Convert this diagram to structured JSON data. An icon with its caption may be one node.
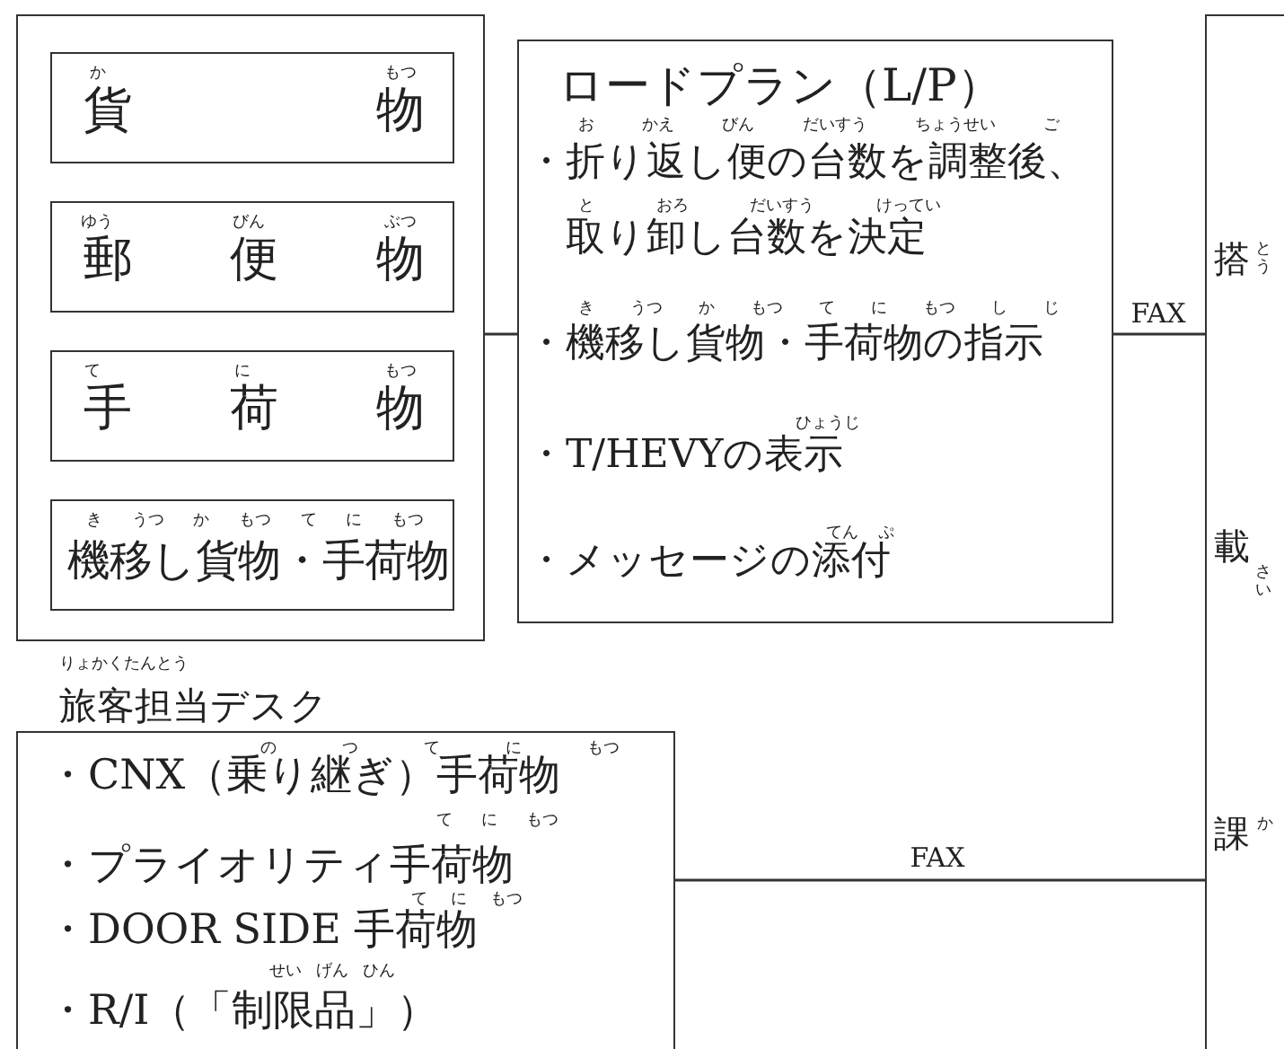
{
  "diagram": {
    "nodes": [
      {
        "text": [],
        "shape": "box"
      },
      {
        "text": [
          "貨物"
        ],
        "in": 0
      },
      {
        "text": [
          "郵便物"
        ],
        "in": 0
      },
      {
        "text": [
          "手荷物"
        ],
        "in": 0
      },
      {
        "text": [
          "機移し貨物・手荷物"
        ],
        "in": 0
      },
      {
        "text": [
          "ロードプラン（L/P）",
          "・折り返し便の台数を調整後、取り卸し台数を決定",
          "・機移し貨物・手荷物の指示",
          "・T/HEVYの表示",
          "・メッセージの添付"
        ]
      },
      {
        "text": [
          "搭載課"
        ]
      },
      {
        "text": [
          "旅客担当デスク",
          "・CNX（乗り継ぎ）手荷物",
          "・プライオリティ手荷物",
          "・DOOR SIDE 手荷物",
          "・R/I（「制限品」）"
        ]
      }
    ],
    "edges": [
      {
        "from": 0,
        "to": 5,
        "arrow": "none"
      },
      {
        "from": 5,
        "to": 6,
        "arrow": "none",
        "label": "FAX"
      },
      {
        "from": 7,
        "to": 6,
        "arrow": "none",
        "label": "FAX"
      }
    ],
    "labels": [
      "か もつ",
      "ゆう びん ぶつ",
      "て に もつ",
      "き うつ か もつ て に もつ",
      "お かえ びん だいすう ちょうせい ご",
      "と おろ だいすう けってい",
      "き うつ か もつ て に もつ し じ",
      "ひょう じ",
      "てん ぷ",
      "とう",
      "さい",
      "か",
      "りょかくたんとう",
      "の つ て に もつ",
      "て に もつ",
      "て に もつ",
      "せい げん ひん"
    ]
  }
}
